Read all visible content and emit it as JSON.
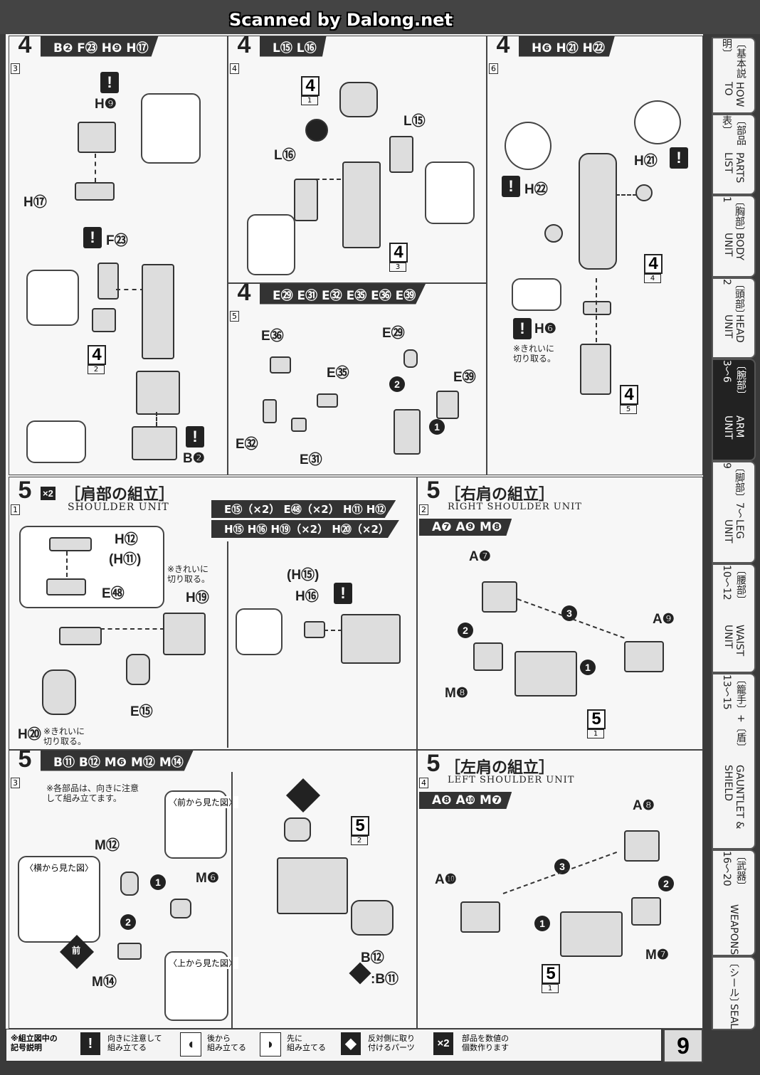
{
  "header": {
    "scan_credit": "Scanned by Dalong.net"
  },
  "steps": {
    "s4_3": {
      "num": "4",
      "sub": "3",
      "parts": "B❷ F㉓ H❾ H⑰",
      "labels": [
        "H❾",
        "H⑰",
        "F㉓",
        "B❷"
      ],
      "ref": {
        "n": "4",
        "s": "2"
      }
    },
    "s4_4": {
      "num": "4",
      "sub": "4",
      "parts": "L⑮ L⑯",
      "labels": [
        "L⑮",
        "L⑯"
      ],
      "ref_top": {
        "n": "4",
        "s": "1"
      },
      "ref_bot": {
        "n": "4",
        "s": "3"
      }
    },
    "s4_5": {
      "num": "4",
      "sub": "5",
      "parts": "E㉙ E㉛ E㉜ E㉟ E㊱ E㊴",
      "labels": [
        "E㊱",
        "E㉙",
        "E㉟",
        "E㊴",
        "E㉜",
        "E㉛"
      ]
    },
    "s4_6": {
      "num": "4",
      "sub": "6",
      "parts": "H❻ H㉑ H㉒",
      "labels": [
        "H㉑",
        "H㉒",
        "H❻"
      ],
      "note": "※きれいに\n切り取る。",
      "ref_mid": {
        "n": "4",
        "s": "4"
      },
      "ref_bot": {
        "n": "4",
        "s": "5"
      }
    },
    "s5_1": {
      "num": "5",
      "sub": "1",
      "mult": "×2",
      "title_jp": "［肩部の組立］",
      "title_en": "SHOULDER UNIT",
      "parts1": "E⑮（×2） E㊽（×2） H⑪ H⑫",
      "parts2": "H⑮ H⑯ H⑲（×2） H⑳（×2）",
      "labels": [
        "H⑫",
        "(H⑪)",
        "E㊽",
        "H⑲",
        "E⑮",
        "H⑳",
        "(H⑮)",
        "H⑯"
      ],
      "note1": "※きれいに\n切り取る。",
      "note2": "※きれいに\n切り取る。"
    },
    "s5_2": {
      "num": "5",
      "sub": "2",
      "title_jp": "［右肩の組立］",
      "title_en": "RIGHT SHOULDER UNIT",
      "parts": "A❼ A❾ M❽",
      "labels": [
        "A❼",
        "A❾",
        "M❽"
      ],
      "ref": {
        "n": "5",
        "s": "1"
      }
    },
    "s5_3": {
      "num": "5",
      "sub": "3",
      "parts": "B⑪ B⑫ M❻ M⑫ M⑭",
      "note": "※各部品は、向きに注意\nして組み立てます。",
      "labels": [
        "M⑫",
        "M❻",
        "M⑭",
        "B⑫",
        ":B⑪"
      ],
      "view_front": "〈前から見た図〉",
      "view_side": "〈横から見た図〉",
      "view_top": "〈上から見た図〉",
      "front": "前",
      "ref": {
        "n": "5",
        "s": "2"
      }
    },
    "s5_4": {
      "num": "5",
      "sub": "4",
      "title_jp": "［左肩の組立］",
      "title_en": "LEFT SHOULDER UNIT",
      "parts": "A❽ A❿ M❼",
      "labels": [
        "A❽",
        "A❿",
        "M❼"
      ],
      "ref": {
        "n": "5",
        "s": "1"
      }
    }
  },
  "tabs": [
    {
      "jp": "〔基本説明〕",
      "en": "HOW TO",
      "active": false
    },
    {
      "jp": "〔部品表〕",
      "en": "PARTS LIST",
      "active": false
    },
    {
      "jp": "〔胸部〕1",
      "en": "BODY UNIT",
      "active": false
    },
    {
      "jp": "〔頭部〕2",
      "en": "HEAD UNIT",
      "active": false
    },
    {
      "jp": "〔腕部〕3〜6",
      "en": "ARM UNIT",
      "active": true
    },
    {
      "jp": "〔脚部〕7〜9",
      "en": "LEG UNIT",
      "active": false
    },
    {
      "jp": "〔腰部〕10〜12",
      "en": "WAIST UNIT",
      "active": false
    },
    {
      "jp": "〔籠手〕+〔盾〕13〜15",
      "en": "GAUNTLET & SHIELD",
      "active": false
    },
    {
      "jp": "〔武器〕16〜20",
      "en": "WEAPONS",
      "active": false
    },
    {
      "jp": "〔シール〕",
      "en": "SEAL",
      "active": false
    }
  ],
  "legend": {
    "heading": "※組立図中の\n記号説明",
    "items": [
      {
        "icon": "!",
        "text": "向きに注意して\n組み立てる"
      },
      {
        "icon": "◖",
        "text": "後から\n組み立てる"
      },
      {
        "icon": "◗",
        "text": "先に\n組み立てる"
      },
      {
        "icon": "◆",
        "text": "反対側に取り\n付けるパーツ"
      },
      {
        "icon": "×2",
        "text": "部品を数値の\n個数作ります"
      }
    ]
  },
  "page_number": "9"
}
